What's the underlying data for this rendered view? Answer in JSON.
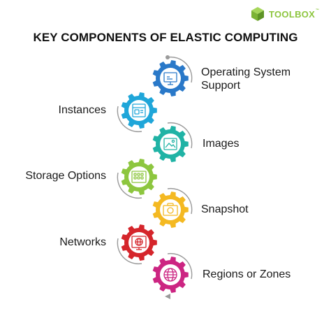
{
  "brand": {
    "name": "TOOLBOX",
    "mark": "™",
    "color": "#8dc63f"
  },
  "title": "KEY COMPONENTS OF ELASTIC COMPUTING",
  "components": [
    {
      "label_lines": [
        "Operating System",
        "Support"
      ],
      "side": "right",
      "color": "#2a79c9",
      "icon": "os-monitor-icon"
    },
    {
      "label_lines": [
        "Instances"
      ],
      "side": "left",
      "color": "#1fa6d9",
      "icon": "instances-window-icon"
    },
    {
      "label_lines": [
        "Images"
      ],
      "side": "right",
      "color": "#20b3a5",
      "icon": "image-picture-icon"
    },
    {
      "label_lines": [
        "Storage Options"
      ],
      "side": "left",
      "color": "#8dc63f",
      "icon": "storage-drives-icon"
    },
    {
      "label_lines": [
        "Snapshot"
      ],
      "side": "right",
      "color": "#f4b922",
      "icon": "snapshot-camera-icon"
    },
    {
      "label_lines": [
        "Networks"
      ],
      "side": "left",
      "color": "#d5252b",
      "icon": "network-globe-screen-icon"
    },
    {
      "label_lines": [
        "Regions or Zones"
      ],
      "side": "right",
      "color": "#cc2582",
      "icon": "regions-globe-icon"
    }
  ]
}
